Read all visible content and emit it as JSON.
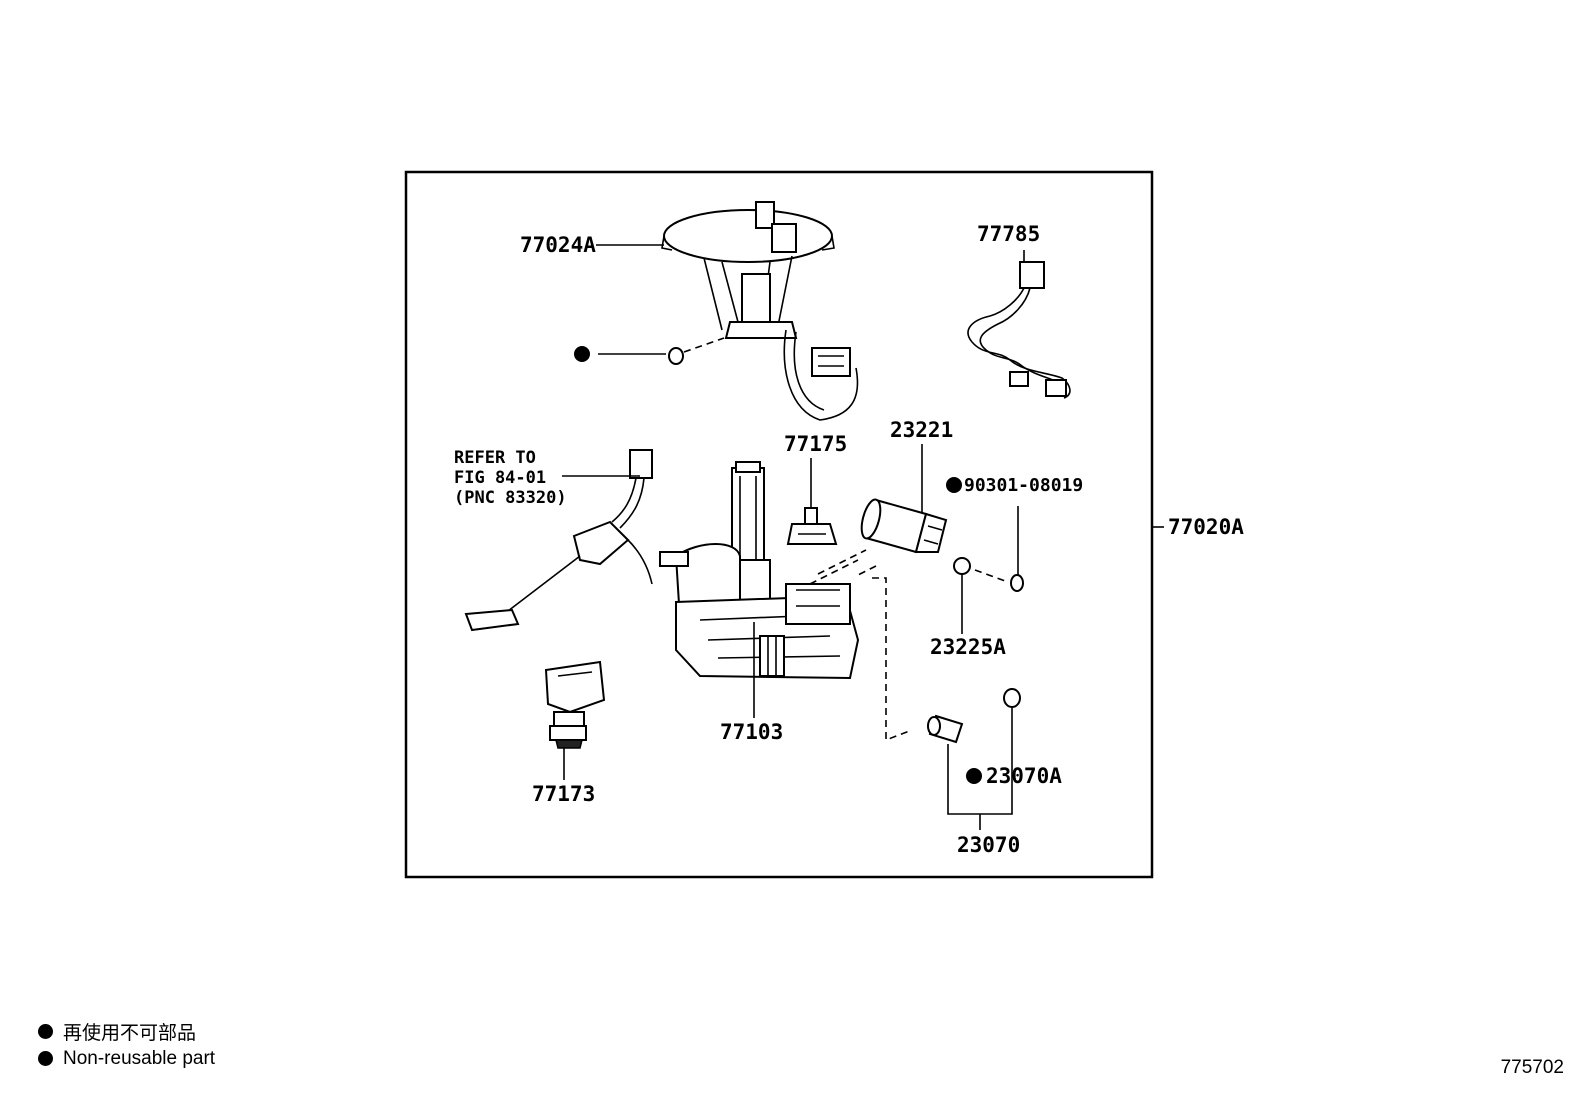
{
  "labels": {
    "p77024A": "77024A",
    "p77785": "77785",
    "refer_line1": "REFER TO",
    "refer_line2": "FIG 84-01",
    "refer_line3": "(PNC 83320)",
    "p77175": "77175",
    "p23221": "23221",
    "p90301": "90301-08019",
    "p77020A": "77020A",
    "p23225A": "23225A",
    "p77103": "77103",
    "p77173": "77173",
    "p23070A": "23070A",
    "p23070": "23070"
  },
  "legend": {
    "line1": "再使用不可部品",
    "line2": "Non-reusable part"
  },
  "illustration_code": "775702",
  "icons": {
    "non_reusable_marker": "filled-circle-icon"
  }
}
